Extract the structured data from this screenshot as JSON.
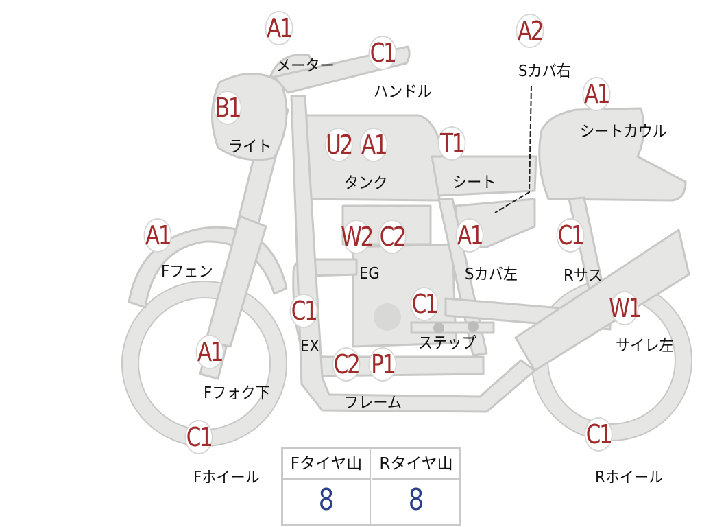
{
  "parts": [
    {
      "code": "A1",
      "label": "メーター"
    },
    {
      "code": "C1",
      "label": "ハンドル"
    },
    {
      "code": "A2",
      "label": "Sカバ右"
    },
    {
      "code": "B1",
      "label": "ライト"
    },
    {
      "code": "A1",
      "label": "シートカウル"
    },
    {
      "code": "U2",
      "label": ""
    },
    {
      "code": "A1",
      "label": "タンク"
    },
    {
      "code": "T1",
      "label": "シート"
    },
    {
      "code": "A1",
      "label": "Fフェン"
    },
    {
      "code": "W2",
      "label": ""
    },
    {
      "code": "C2",
      "label": "EG"
    },
    {
      "code": "A1",
      "label": "Sカバ左"
    },
    {
      "code": "C1",
      "label": "Rサス"
    },
    {
      "code": "C1",
      "label": "EX"
    },
    {
      "code": "C1",
      "label": "ステップ"
    },
    {
      "code": "W1",
      "label": "サイレ左"
    },
    {
      "code": "A1",
      "label": "Fフォク下"
    },
    {
      "code": "C2",
      "label": ""
    },
    {
      "code": "P1",
      "label": "フレーム"
    },
    {
      "code": "C1",
      "label": "Fホイール"
    },
    {
      "code": "C1",
      "label": "Rホイール"
    }
  ],
  "tire_table": {
    "front_header": "Fタイヤ山",
    "rear_header": "Rタイヤ山",
    "front_value": "8",
    "rear_value": "8"
  },
  "colors": {
    "bike_fill": "#e6e6e4",
    "bike_stroke": "#c8c8c6",
    "code_text": "#a02b2b",
    "tire_value_text": "#2b3f8a"
  }
}
